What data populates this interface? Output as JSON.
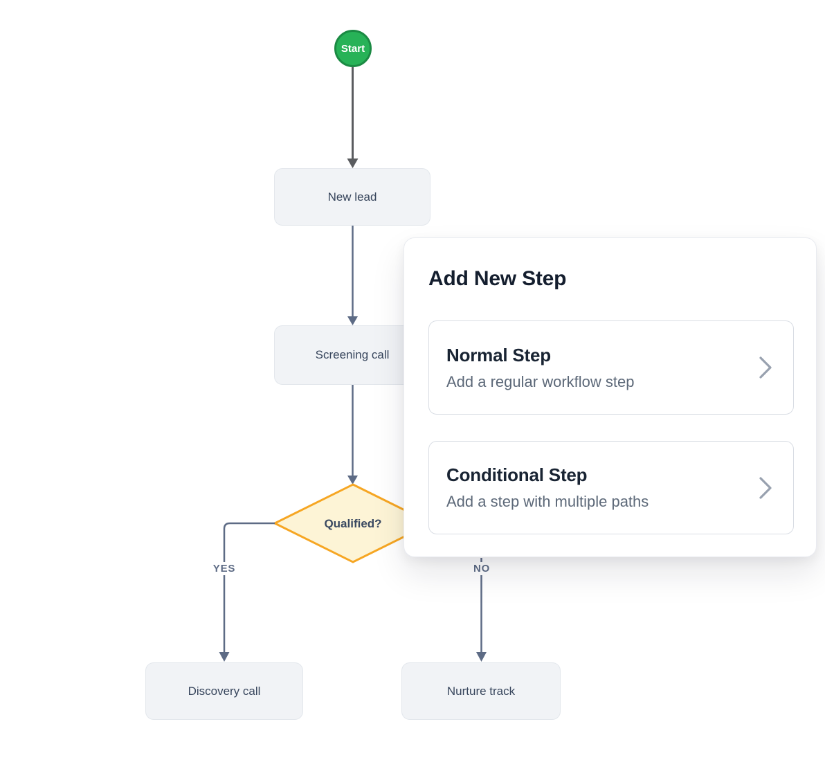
{
  "canvas": {
    "background": "#ffffff"
  },
  "diagram": {
    "start_node": {
      "label": "Start",
      "fill": "#27b257",
      "border": "#1b8a43",
      "text_color": "#ffffff"
    },
    "nodes": [
      {
        "label": "New lead",
        "type": "process"
      },
      {
        "label": "Screening call",
        "type": "process"
      },
      {
        "label": "Qualified?",
        "type": "decision"
      },
      {
        "label": "Discovery call",
        "type": "process"
      },
      {
        "label": "Nurture track",
        "type": "process"
      }
    ],
    "decision_style": {
      "fill": "#fdf4d6",
      "border": "#f6a623"
    },
    "process_style": {
      "fill": "#f1f3f6",
      "border": "#e3e7ec",
      "text_color": "#37455c"
    },
    "edge_labels": [
      {
        "label": "YES"
      },
      {
        "label": "NO"
      }
    ],
    "edge_color": "#5d6b85",
    "start_edge_color": "#5a5c5f"
  },
  "modal": {
    "title": "Add New Step",
    "options": [
      {
        "title": "Normal Step",
        "description": "Add a regular workflow step",
        "icon": "chevron-right-icon"
      },
      {
        "title": "Conditional Step",
        "description": "Add a step with multiple paths",
        "icon": "chevron-right-icon"
      }
    ]
  }
}
